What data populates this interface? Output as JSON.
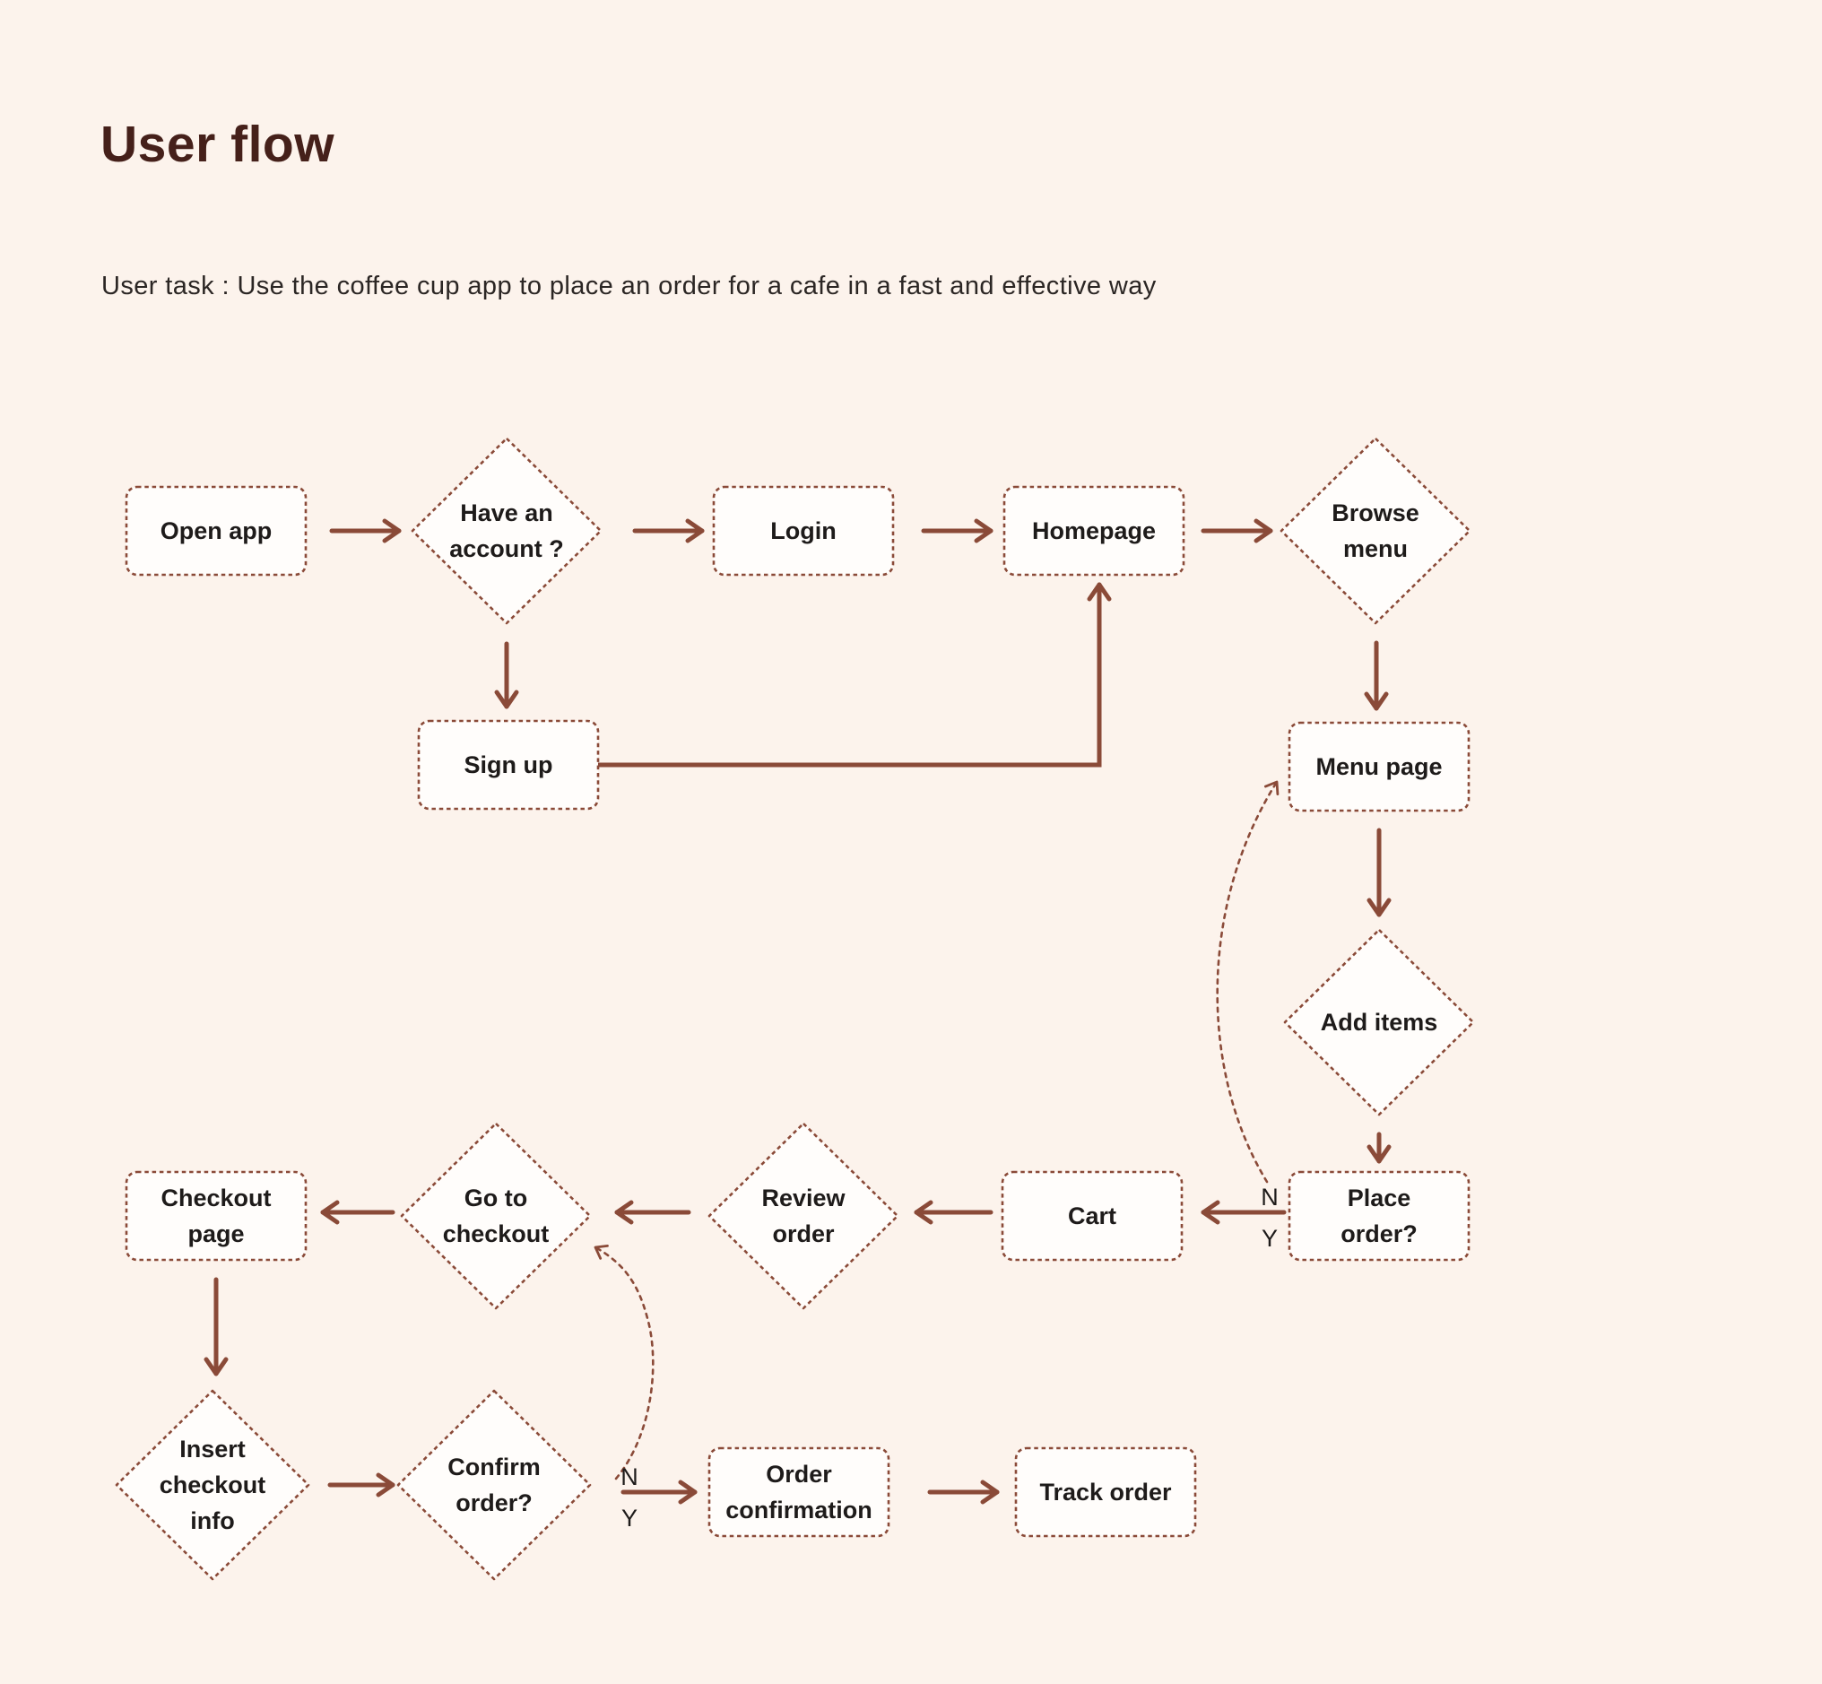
{
  "title": "User flow",
  "subtitle": "User task : Use the coffee cup app to place an order for a cafe in a fast and effective way",
  "colors": {
    "background": "#fcf3ec",
    "accent": "#8a4a38",
    "title_text": "#45201a",
    "subtitle_text": "#2b2624",
    "node_text": "#1e1b1a",
    "node_fill": "#fffdfb"
  },
  "nodes": {
    "open_app": {
      "type": "rect",
      "lines": [
        "Open app"
      ]
    },
    "have_account": {
      "type": "diamond",
      "lines": [
        "Have an",
        "account ?"
      ]
    },
    "login": {
      "type": "rect",
      "lines": [
        "Login"
      ]
    },
    "homepage": {
      "type": "rect",
      "lines": [
        "Homepage"
      ]
    },
    "browse_menu": {
      "type": "diamond",
      "lines": [
        "Browse",
        "menu"
      ]
    },
    "sign_up": {
      "type": "rect",
      "lines": [
        "Sign up"
      ]
    },
    "menu_page": {
      "type": "rect",
      "lines": [
        "Menu page"
      ]
    },
    "add_items": {
      "type": "diamond",
      "lines": [
        "Add items"
      ]
    },
    "place_order": {
      "type": "rect",
      "lines": [
        "Place",
        "order?"
      ]
    },
    "cart": {
      "type": "rect",
      "lines": [
        "Cart"
      ]
    },
    "review_order": {
      "type": "diamond",
      "lines": [
        "Review",
        "order"
      ]
    },
    "go_checkout": {
      "type": "diamond",
      "lines": [
        "Go to",
        "checkout"
      ]
    },
    "checkout_page": {
      "type": "rect",
      "lines": [
        "Checkout",
        "page"
      ]
    },
    "insert_info": {
      "type": "diamond",
      "lines": [
        "Insert",
        "checkout",
        "info"
      ]
    },
    "confirm_order": {
      "type": "diamond",
      "lines": [
        "Confirm",
        "order?"
      ]
    },
    "order_confirmation": {
      "type": "rect",
      "lines": [
        "Order",
        "confirmation"
      ]
    },
    "track_order": {
      "type": "rect",
      "lines": [
        "Track order"
      ]
    }
  },
  "branch_labels": {
    "place_order_no": "N",
    "place_order_yes": "Y",
    "confirm_order_no": "N",
    "confirm_order_yes": "Y"
  }
}
